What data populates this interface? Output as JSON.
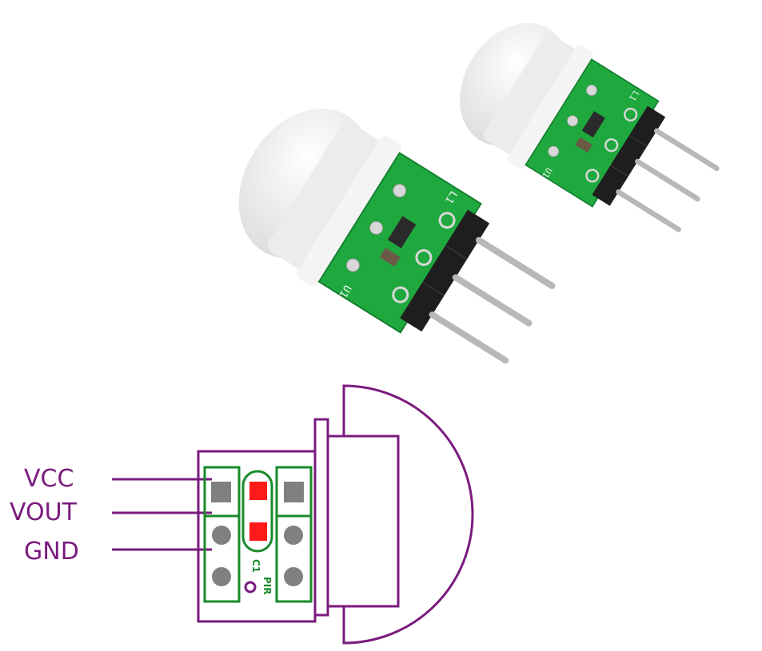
{
  "photo": {
    "board_labels": {
      "u1": "U1",
      "l1": "L1"
    },
    "colors": {
      "pcb": "#1fa83e",
      "dome": "#f1f1f1",
      "header": "#1e1e1e",
      "pins": "#b8b8b8"
    }
  },
  "diagram": {
    "pins": [
      "VCC",
      "VOUT",
      "GND"
    ],
    "silkscreen": {
      "capacitor": "C1",
      "sensor": "PIR"
    },
    "colors": {
      "outline": "#7a1b7e",
      "silk": "#1a8a2a",
      "pad": "#808080",
      "smd_pad": "#ff1a1a"
    }
  }
}
